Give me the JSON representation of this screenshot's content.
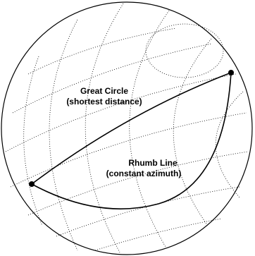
{
  "great_circle": {
    "label_line1": "Great Circle",
    "label_line2": "(shortest distance)"
  },
  "rhumb_line": {
    "label_line1": "Rhumb Line",
    "label_line2": "(constant azimuth)"
  },
  "colors": {
    "outline": "#000000",
    "graticule": "#000000",
    "route": "#000000",
    "background": "#ffffff"
  }
}
